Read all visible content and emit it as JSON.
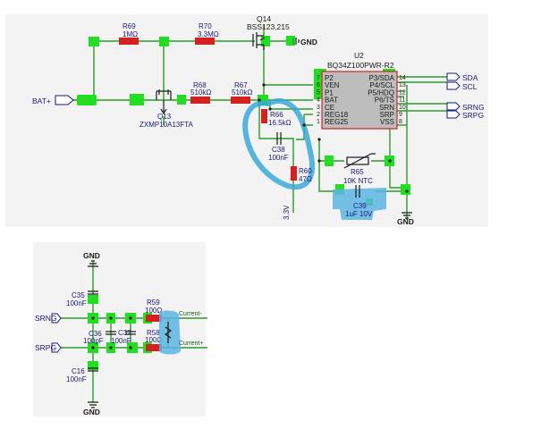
{
  "top_schematic": {
    "ports": {
      "bat_plus": "BAT+",
      "sda": "SDA",
      "scl": "SCL",
      "srng": "SRNG",
      "srpg": "SRPG"
    },
    "gnd_label": "GND",
    "rail_label": "3.3V",
    "components": {
      "r69": {
        "ref": "R69",
        "value": "1MΩ"
      },
      "r70": {
        "ref": "R70",
        "value": "3.3MΩ"
      },
      "q14": {
        "ref": "Q14",
        "part": "BSS123,215"
      },
      "r68": {
        "ref": "R68",
        "value": "510kΩ"
      },
      "r67": {
        "ref": "R67",
        "value": "510kΩ"
      },
      "q13": {
        "ref": "Q13",
        "part": "ZXMP10A13FTA"
      },
      "r66": {
        "ref": "R66",
        "value": "16.5kΩ"
      },
      "c38": {
        "ref": "C38",
        "value": "100nF"
      },
      "r60": {
        "ref": "R60",
        "value": "47Ω"
      },
      "r65": {
        "ref": "R65",
        "value": "10K NTC"
      },
      "c39": {
        "ref": "C39",
        "value": "1uF 10V"
      }
    },
    "ic": {
      "ref": "U2",
      "part": "BQ34Z100PWR-R2",
      "left_pins": [
        {
          "name": "P2",
          "num": "7"
        },
        {
          "name": "VEN",
          "num": "6"
        },
        {
          "name": "P1",
          "num": "5"
        },
        {
          "name": "BAT",
          "num": "4"
        },
        {
          "name": "CE",
          "num": "3"
        },
        {
          "name": "REG18",
          "num": "2"
        },
        {
          "name": "REG25",
          "num": "1"
        }
      ],
      "right_pins": [
        {
          "name": "P3/SDA",
          "num": "14"
        },
        {
          "name": "P4/SCL",
          "num": "13"
        },
        {
          "name": "P5/HDQ",
          "num": "12"
        },
        {
          "name": "P6/TS",
          "num": "11"
        },
        {
          "name": "SRN",
          "num": "10"
        },
        {
          "name": "SRP",
          "num": "9"
        },
        {
          "name": "VSS",
          "num": "8"
        }
      ]
    }
  },
  "bottom_schematic": {
    "ports": {
      "srng": "SRNG",
      "srpg": "SRPG"
    },
    "gnd_top": "GND",
    "gnd_bottom": "GND",
    "components": {
      "c35": {
        "ref": "C35",
        "value": "100nF"
      },
      "r59": {
        "ref": "R59",
        "value": "100Ω"
      },
      "c36": {
        "ref": "C36",
        "value": "100pF"
      },
      "c37": {
        "ref": "C37",
        "value": "100nF"
      },
      "r58": {
        "ref": "R58",
        "value": "100Ω"
      },
      "c16": {
        "ref": "C16",
        "value": "100nF"
      }
    },
    "current_minus": "Current-",
    "current_plus": "Current+"
  },
  "colors": {
    "wire": "#2a9c2a",
    "component_body": "#d42020",
    "highlight_green": "#22dd22",
    "highlight_blue": "#3aa8d8",
    "panel_bg": "#f3f3f3"
  }
}
